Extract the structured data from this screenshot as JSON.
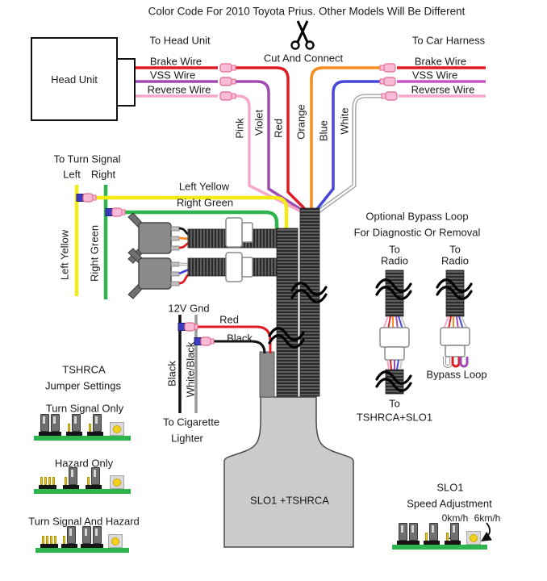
{
  "title": "Color Code For 2010 Toyota Prius. Other Models Will Be Different",
  "colors": {
    "red": "#e11b23",
    "violet": "#a04ab4",
    "magenta": "#c653c6",
    "pink": "#f7a8ca",
    "orange": "#f68b1f",
    "blue": "#4646dd",
    "white_wire": "#ffffff",
    "yellow": "#f3ea16",
    "green": "#2eb44d",
    "loom_gray": "#5a5a5a",
    "pcb_green": "#2eb44d",
    "unit_gray": "#cbcbcb"
  },
  "head_unit": {
    "box_label": "Head Unit",
    "to_label": "To Head Unit",
    "wires": [
      "Brake Wire",
      "VSS Wire",
      "Reverse Wire"
    ]
  },
  "car_harness": {
    "to_label": "To Car Harness",
    "wires": [
      "Brake Wire",
      "VSS Wire",
      "Reverse Wire"
    ]
  },
  "cut_and_connect": "Cut And Connect",
  "wire_color_labels": [
    "Pink",
    "Violet",
    "Red",
    "Orange",
    "Blue",
    "White"
  ],
  "turn_signal": {
    "title": "To Turn Signal",
    "left": "Left",
    "right": "Right",
    "left_yellow": "Left Yellow",
    "right_green": "Right Green",
    "left_yellow_vertical": "Left Yellow",
    "right_green_vertical": "Right Green"
  },
  "power": {
    "v12_gnd": "12V Gnd",
    "red_label": "Red",
    "black_label": "Black",
    "black_vertical": "Black",
    "white_black_vertical": "White/Black",
    "cigarette_line1": "To Cigarette",
    "cigarette_line2": "Lighter"
  },
  "bypass": {
    "heading_line1": "Optional Bypass Loop",
    "heading_line2": "For Diagnostic Or Removal",
    "to_radio_left_to": "To",
    "to_radio_left_radio": "Radio",
    "to_radio_right_to": "To",
    "to_radio_right_radio": "Radio",
    "loop_label": "Bypass Loop",
    "bottom_to": "To",
    "bottom_dest": "TSHRCA+SLO1"
  },
  "unit_label": "SLO1 +TSHRCA",
  "jumpers": {
    "heading_line1": "TSHRCA",
    "heading_line2": "Jumper Settings",
    "boards": {
      "turn_signal_only": {
        "label": "Turn Signal Only",
        "groups": [
          "jj",
          "pj",
          "pj",
          "led"
        ]
      },
      "hazard_only": {
        "label": "Hazard Only",
        "groups": [
          "pins",
          "pj",
          "pj",
          "led"
        ]
      },
      "turn_signal_and_hazard": {
        "label": "Turn Signal And Hazard",
        "groups": [
          "pins",
          "pj",
          "jj",
          "led"
        ]
      }
    }
  },
  "speed_adjustment": {
    "line1": "SLO1",
    "line2": "Speed Adjustment",
    "left_label": "0km/h",
    "right_label": "6km/h",
    "groups": [
      "jj",
      "pj",
      "pj",
      "led"
    ]
  }
}
